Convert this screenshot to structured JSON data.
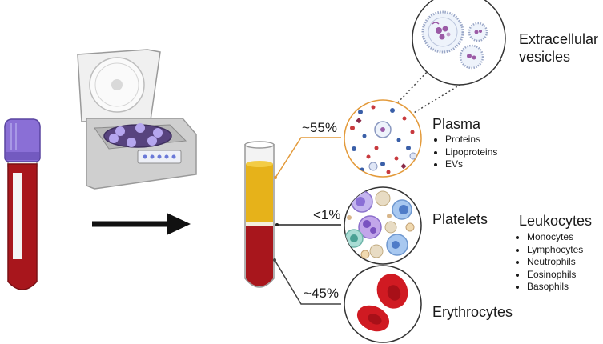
{
  "labels": {
    "extracellular_vesicles": [
      "Extracellular",
      "vesicles"
    ],
    "plasma_pct": "~55%",
    "platelet_pct": "<1%",
    "erythrocyte_pct": "~45%",
    "plasma": "Plasma",
    "platelets": "Platelets",
    "leukocytes": "Leukocytes",
    "erythrocytes": "Erythrocytes"
  },
  "plasma_items": [
    "Proteins",
    "Lipoproteins",
    "EVs"
  ],
  "leukocyte_items": [
    "Monocytes",
    "Lymphocytes",
    "Neutrophils",
    "Eosinophils",
    "Basophils"
  ],
  "colors": {
    "blood": "#a8161c",
    "plasma": "#e6b21a",
    "cap": "#8a6fd6",
    "arrow": "#111111",
    "orange_line": "#e39a3a",
    "platelet_line": "#222222",
    "erythrocyte_line": "#444444"
  }
}
